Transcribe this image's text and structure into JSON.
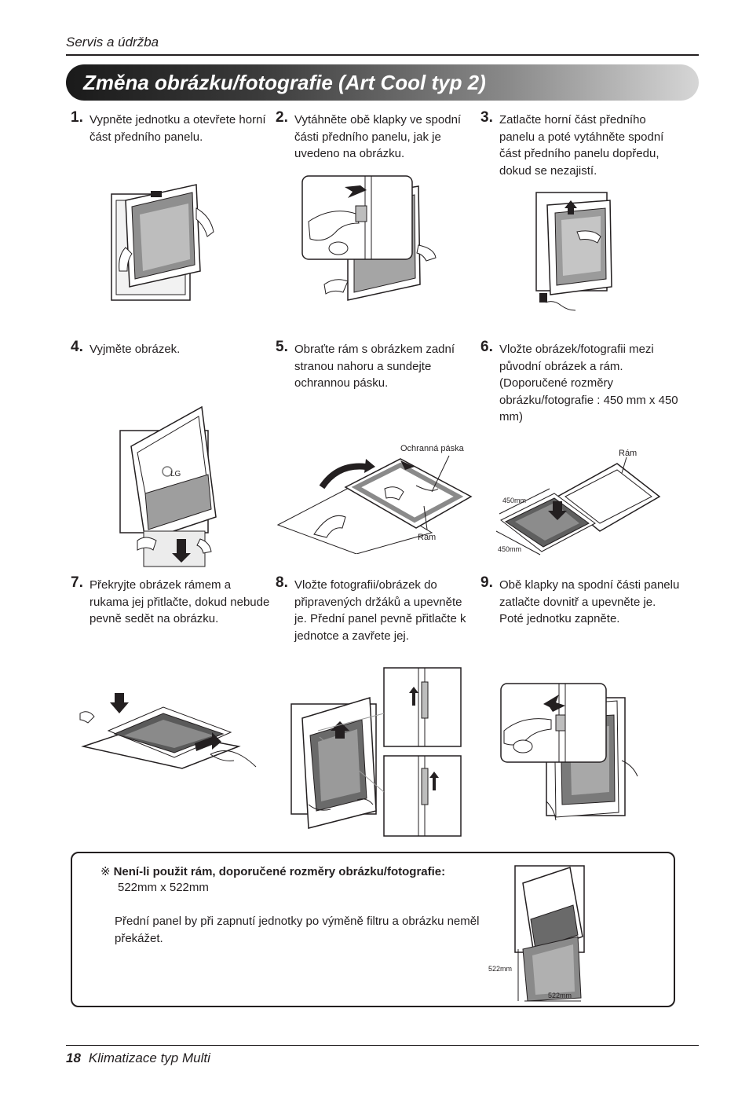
{
  "header": {
    "section": "Servis a údržba"
  },
  "title": "Změna obrázku/fotografie (Art Cool typ 2)",
  "steps": [
    {
      "num": "1.",
      "text": "Vypněte jednotku a otevřete horní část předního panelu."
    },
    {
      "num": "2.",
      "text": "Vytáhněte obě klapky ve spodní části předního panelu, jak je uvedeno na obrázku."
    },
    {
      "num": "3.",
      "text": "Zatlačte horní část předního panelu a poté vytáhněte spodní část předního panelu dopředu, dokud se nezajistí."
    },
    {
      "num": "4.",
      "text": "Vyjměte obrázek."
    },
    {
      "num": "5.",
      "text": "Obraťte rám s obrázkem zadní stranou nahoru a sundejte ochrannou pásku."
    },
    {
      "num": "6.",
      "text": "Vložte obrázek/fotografii mezi původní obrázek a rám. (Doporučené rozměry obrázku/fotografie : 450 mm x 450 mm)"
    },
    {
      "num": "7.",
      "text": "Překryjte obrázek rámem a rukama jej přitlačte, dokud nebude pevně sedět na obrázku."
    },
    {
      "num": "8.",
      "text": "Vložte fotografii/obrázek do připravených držáků a upevněte je. Přední panel pevně přitlačte k jednotce a zavřete jej."
    },
    {
      "num": "9.",
      "text": "Obě klapky na spodní části panelu zatlačte dovnitř a upevněte je. Poté jednotku zapněte."
    }
  ],
  "labels": {
    "protective_tape": "Ochranná páska",
    "frame_5": "Rám",
    "frame_6": "Rám",
    "dim_450_a": "450mm",
    "dim_450_b": "450mm",
    "dim_522_a": "522mm",
    "dim_522_b": "522mm",
    "logo": "LG"
  },
  "note": {
    "mark": "※",
    "heading": "Není-li použit rám, doporučené rozměry obrázku/fotografie:",
    "size": "522mm x 522mm",
    "body": "Přední panel by při zapnutí jednotky po výměně filtru a obrázku neměl překážet."
  },
  "footer": {
    "page": "18",
    "title": "Klimatizace typ Multi"
  }
}
